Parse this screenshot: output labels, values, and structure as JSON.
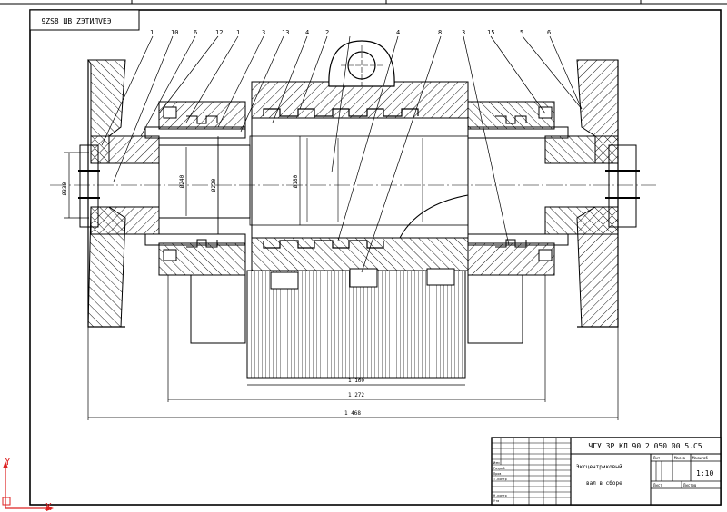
{
  "drawing": {
    "stamp_code": "9ZS8 ШВ ZЭТИЛVЕЭ",
    "title_block": {
      "designation": "ЧГУ ЗР КЛ 90 2 050 00 5.С5",
      "name_line1": "Эксцентриковый",
      "name_line2": "вал в сборе",
      "col_headers": [
        "Лит",
        "Масса",
        "Масштаб"
      ],
      "scale": "1:10",
      "sheet_label": "Лист",
      "sheets_label": "Листов",
      "rows": [
        "Изм",
        "Разраб",
        "Пров",
        "Т.контр",
        "Н.контр",
        "Утв"
      ]
    },
    "leader_labels": [
      "1",
      "10",
      "6",
      "12",
      "1",
      "3",
      "13",
      "4",
      "2",
      "4",
      "8",
      "3",
      "15",
      "5",
      "6"
    ],
    "dimensions": [
      "1 468",
      "1 272",
      "1 160",
      "Ø330",
      "Ø240",
      "Ø220",
      "Ø180"
    ],
    "axis": {
      "y_label": "Y",
      "x_label": "X"
    }
  }
}
